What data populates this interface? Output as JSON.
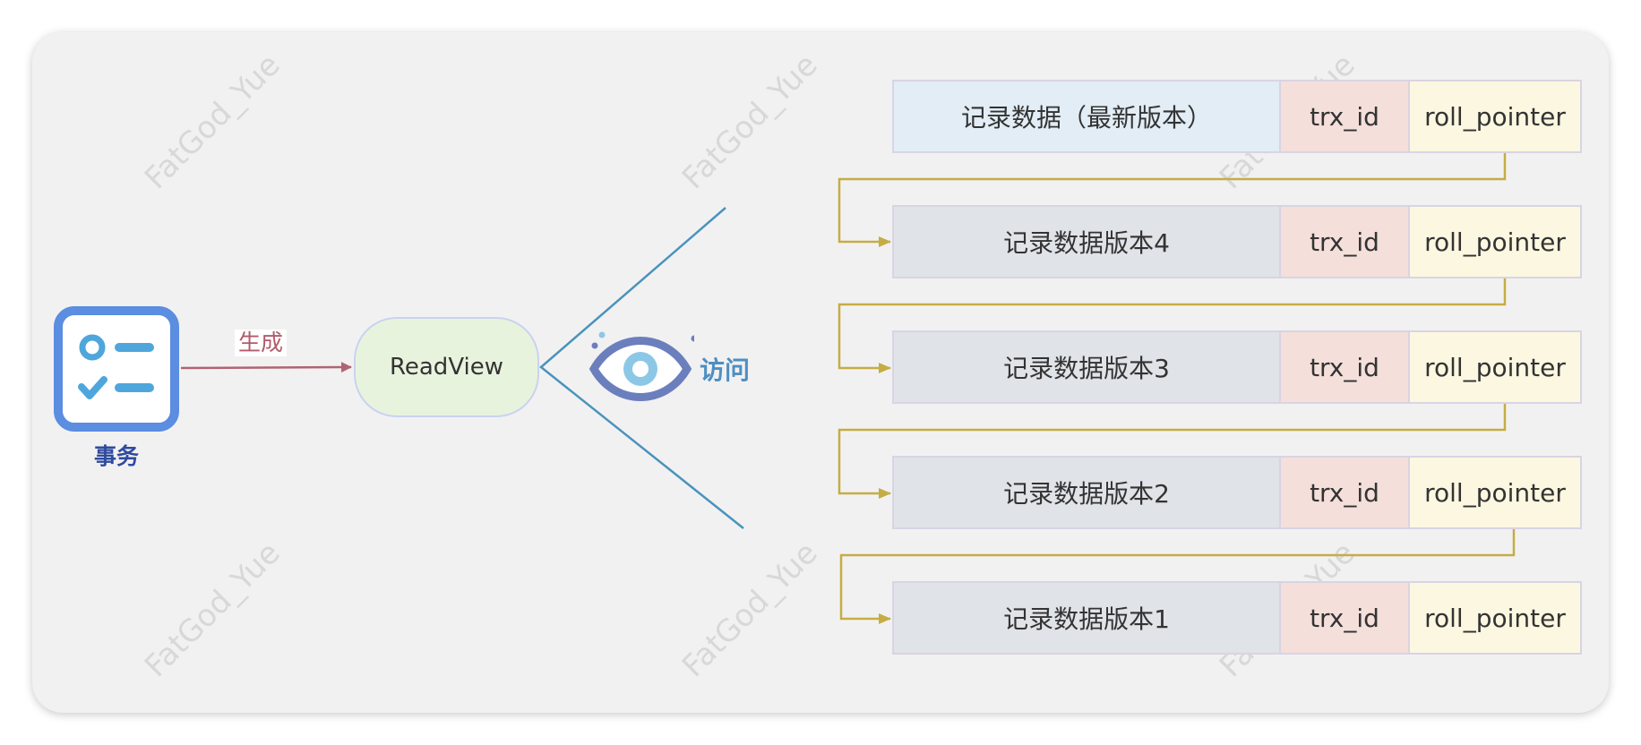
{
  "watermark_text": "FatGod_Yue",
  "transaction": {
    "label": "事务",
    "icon": "task-list-icon"
  },
  "generate_label": "生成",
  "readview": {
    "label": "ReadView"
  },
  "visit": {
    "label": "访问",
    "icon": "eye-icon"
  },
  "records": [
    {
      "data": "记录数据（最新版本）",
      "trx": "trx_id",
      "pointer": "roll_pointer"
    },
    {
      "data": "记录数据版本4",
      "trx": "trx_id",
      "pointer": "roll_pointer"
    },
    {
      "data": "记录数据版本3",
      "trx": "trx_id",
      "pointer": "roll_pointer"
    },
    {
      "data": "记录数据版本2",
      "trx": "trx_id",
      "pointer": "roll_pointer"
    },
    {
      "data": "记录数据版本1",
      "trx": "trx_id",
      "pointer": "roll_pointer"
    }
  ],
  "colors": {
    "panel": "#f2f1f2",
    "icon_blue": "#5b8de0",
    "generate_arrow": "#b06473",
    "visit_lines": "#4a93bd",
    "chain_arrow": "#c5ad44",
    "latest_cell": "#e2edf5",
    "data_cell": "#e0e3e7",
    "trx_cell": "#f4dfdb",
    "pointer_cell": "#fcf7e0"
  }
}
